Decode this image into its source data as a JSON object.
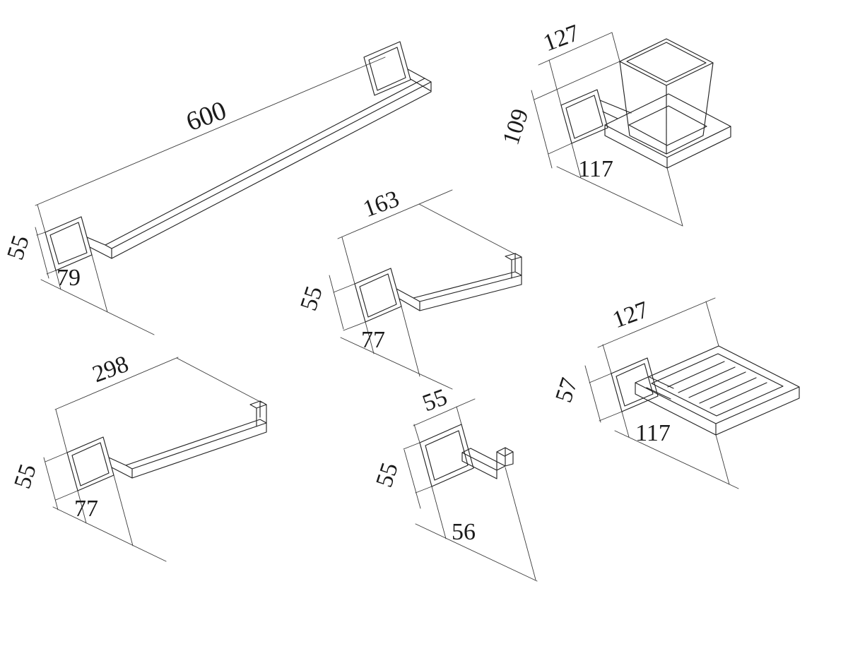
{
  "colors": {
    "background": "#ffffff",
    "line": "#232323"
  },
  "items": {
    "towel_bar": {
      "length": "600",
      "height": "55",
      "depth": "79"
    },
    "tumbler_holder": {
      "width": "127",
      "height": "109",
      "depth": "117"
    },
    "toilet_paper_holder": {
      "length": "163",
      "height": "55",
      "depth": "77"
    },
    "towel_rail": {
      "length": "298",
      "height": "55",
      "depth": "77"
    },
    "robe_hook": {
      "width": "55",
      "height": "55",
      "depth": "56"
    },
    "soap_dish": {
      "width": "127",
      "height": "57",
      "depth": "117"
    }
  }
}
